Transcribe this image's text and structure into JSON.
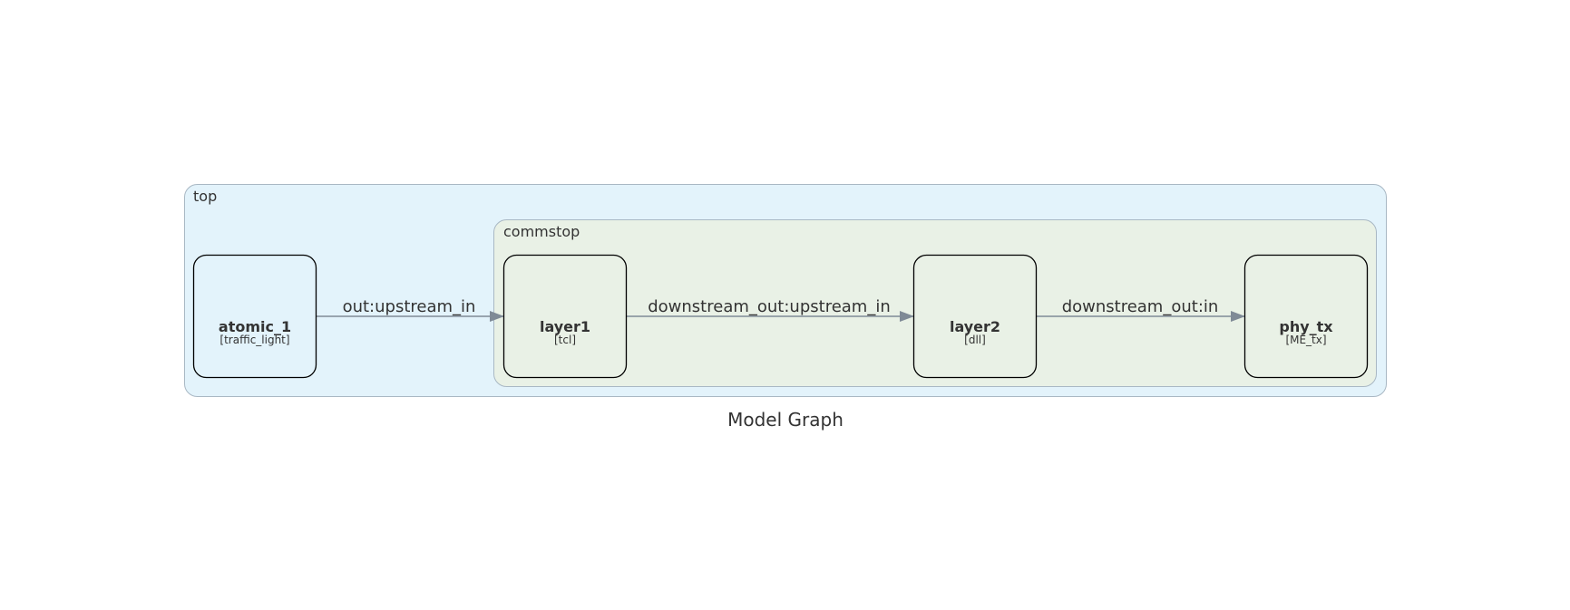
{
  "caption": "Model Graph",
  "clusters": {
    "top": {
      "label": "top",
      "fill": "#e3f3fb",
      "stroke": "#a9b8c4"
    },
    "commstop": {
      "label": "commstop",
      "fill": "#e9f1e6",
      "stroke": "#a9b8c4"
    }
  },
  "nodes": {
    "atomic_1": {
      "name": "atomic_1",
      "type": "[traffic_light]"
    },
    "layer1": {
      "name": "layer1",
      "type": "[tcl]"
    },
    "layer2": {
      "name": "layer2",
      "type": "[dll]"
    },
    "phy_tx": {
      "name": "phy_tx",
      "type": "[ME_tx]"
    }
  },
  "edges": {
    "e1": {
      "from": "atomic_1",
      "to": "layer1",
      "label": "out:upstream_in"
    },
    "e2": {
      "from": "layer1",
      "to": "layer2",
      "label": "downstream_out:upstream_in"
    },
    "e3": {
      "from": "layer2",
      "to": "phy_tx",
      "label": "downstream_out:in"
    }
  },
  "colors": {
    "edge": "#7f8a96",
    "node_stroke": "#000000"
  }
}
